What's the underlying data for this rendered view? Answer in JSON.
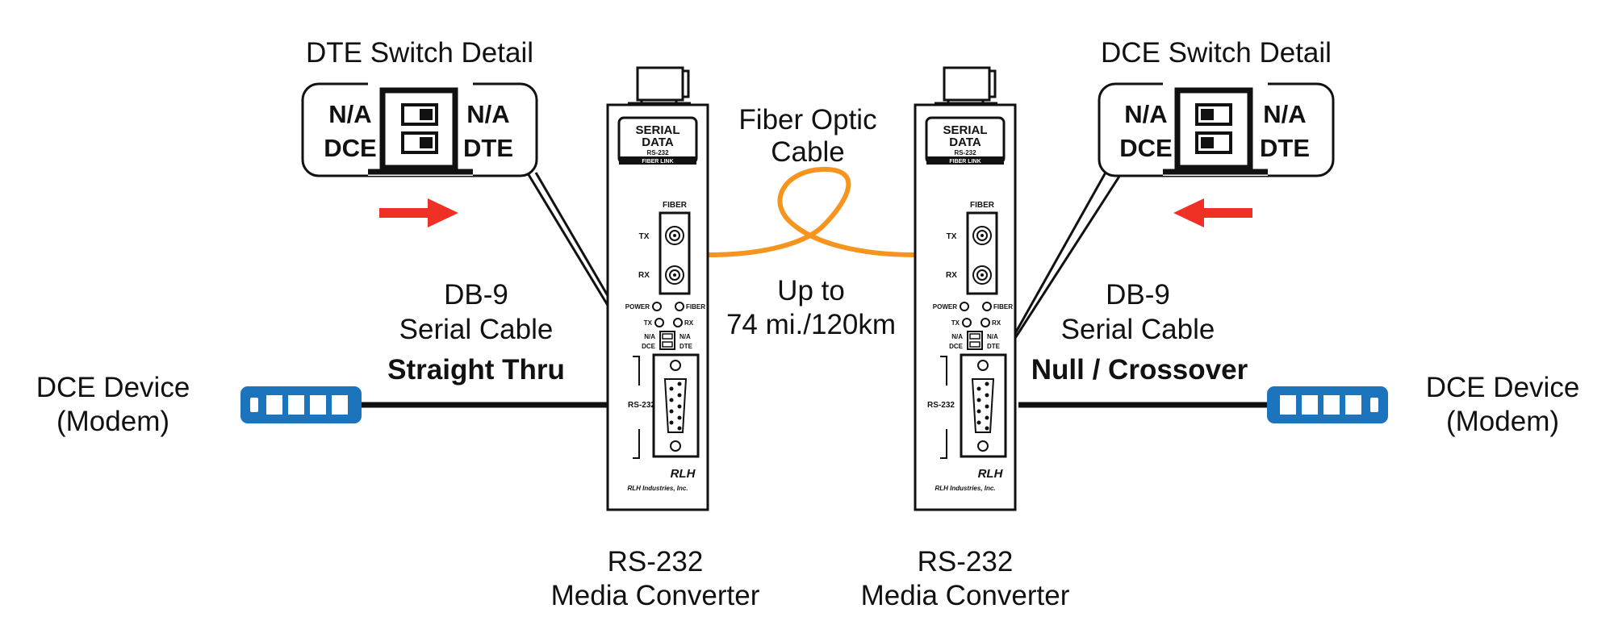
{
  "labels": {
    "dte_switch_title": "DTE Switch Detail",
    "dce_switch_title": "DCE Switch Detail",
    "fiber_cable": [
      "Fiber Optic",
      "Cable"
    ],
    "distance": [
      "Up to",
      "74 mi./120km"
    ],
    "left_cable": [
      "DB-9",
      "Serial Cable"
    ],
    "left_cable_type": "Straight Thru",
    "right_cable": [
      "DB-9",
      "Serial Cable"
    ],
    "right_cable_type": "Null / Crossover",
    "left_device": [
      "DCE Device",
      "(Modem)"
    ],
    "right_device": [
      "DCE Device",
      "(Modem)"
    ],
    "converter_label": [
      "RS-232",
      "Media Converter"
    ]
  },
  "switch_detail": {
    "left_top": "N/A",
    "left_bottom": "DCE",
    "right_top": "N/A",
    "right_bottom": "DTE"
  },
  "device": {
    "brand": [
      "SERIAL",
      "DATA"
    ],
    "model": "RS-232",
    "tagline": "FIBER LINK",
    "fiber_label": "FIBER",
    "tx": "TX",
    "rx": "RX",
    "power_led": "POWER",
    "fiber_led": "FIBER",
    "tx_led": "TX",
    "rx_led": "RX",
    "sw_left": [
      "N/A",
      "DCE"
    ],
    "sw_right": [
      "N/A",
      "DTE"
    ],
    "port_label": "RS-232",
    "logo": "RLH",
    "maker": "RLH Industries, Inc."
  },
  "colors": {
    "fiber": "#f7941d",
    "arrow": "#ee3124",
    "connector": "#1c75bc"
  }
}
